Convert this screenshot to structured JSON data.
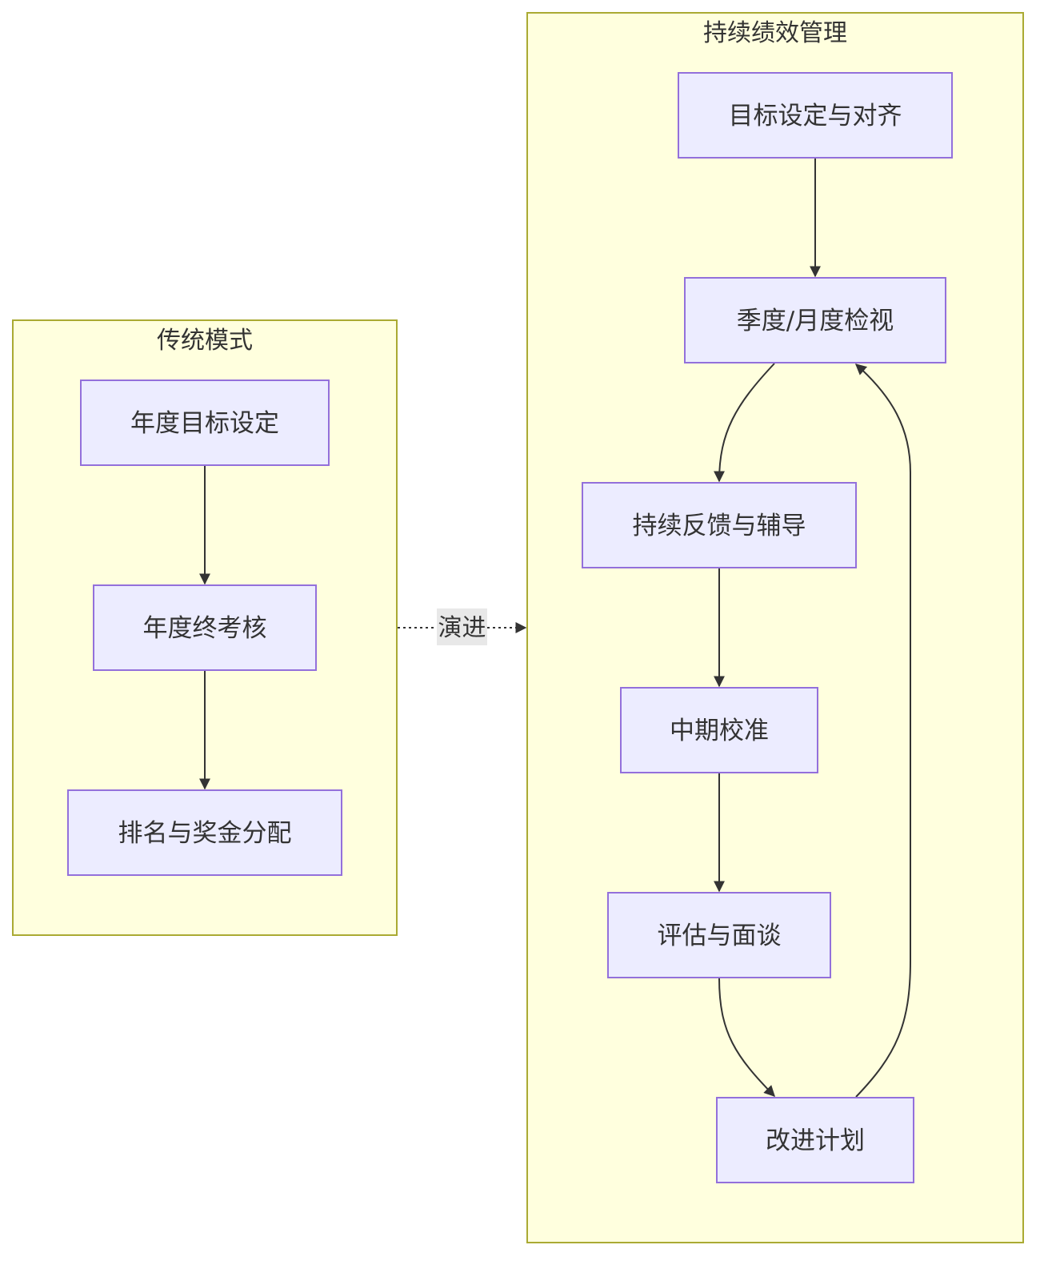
{
  "colors": {
    "cluster_fill": "#ffffde",
    "cluster_stroke": "#aaaa33",
    "node_fill": "#ececff",
    "node_stroke": "#9370db",
    "edge": "#333333",
    "text": "#333333"
  },
  "traditional": {
    "title": "传统模式",
    "nodes": {
      "annual_goal": "年度目标设定",
      "annual_review": "年度终考核",
      "ranking_bonus": "排名与奖金分配"
    }
  },
  "continuous": {
    "title": "持续绩效管理",
    "nodes": {
      "goal_alignment": "目标设定与对齐",
      "periodic_review": "季度/月度检视",
      "feedback_coaching": "持续反馈与辅导",
      "mid_calibration": "中期校准",
      "evaluation_talk": "评估与面谈",
      "improvement_plan": "改进计划"
    }
  },
  "evolution_label": "演进"
}
